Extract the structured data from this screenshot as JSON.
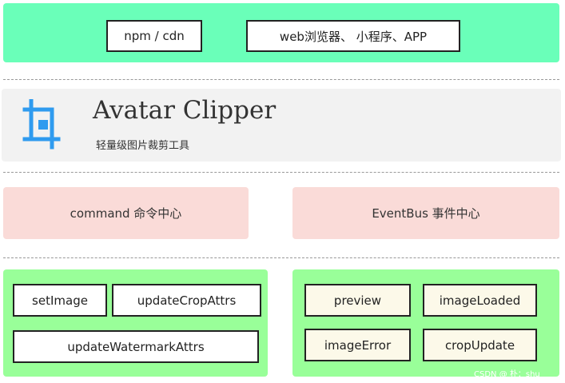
{
  "top": {
    "items": [
      "npm / cdn",
      "web浏览器、 小程序、APP"
    ]
  },
  "header": {
    "title": "Avatar Clipper",
    "subtitle": "轻量级图片裁剪工具",
    "logo_icon": "crop-icon",
    "logo_color": "#2f9bef"
  },
  "middle": {
    "command": "command 命令中心",
    "eventbus": "EventBus 事件中心"
  },
  "commands": [
    "setImage",
    "updateCropAttrs",
    "updateWatermarkAttrs"
  ],
  "events": [
    "preview",
    "imageLoaded",
    "imageError",
    "cropUpdate"
  ],
  "watermark": "CSDN @ 朴：shu",
  "colors": {
    "top_panel": "#6affb9",
    "bottom_panel": "#99ff99",
    "header_panel": "#f2f2f2",
    "center_panel": "#fadbd8",
    "event_box": "#fcf9e9"
  }
}
